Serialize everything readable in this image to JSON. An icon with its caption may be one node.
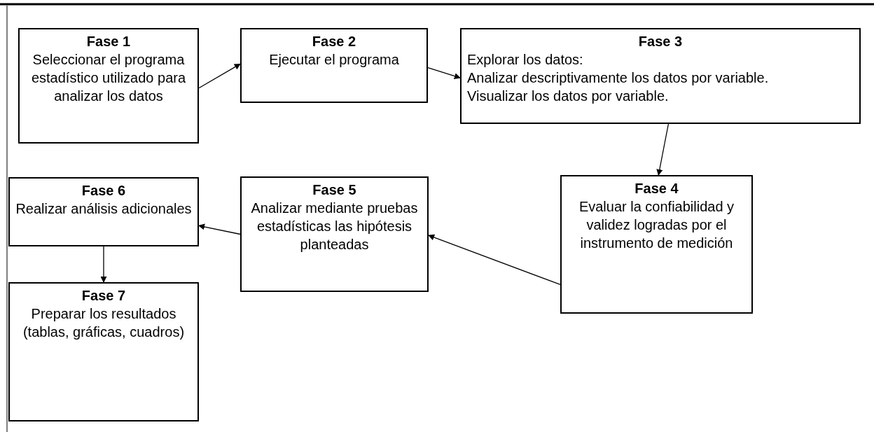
{
  "diagram": {
    "nodes": [
      {
        "text": [
          "Fase 1",
          "Seleccionar el programa estadístico utilizado para analizar los datos"
        ]
      },
      {
        "text": [
          "Fase 2",
          "Ejecutar el programa"
        ]
      },
      {
        "text": [
          "Fase 3",
          "Explorar los datos:",
          "Analizar descriptivamente los datos por variable.",
          "Visualizar los datos por variable."
        ]
      },
      {
        "text": [
          "Fase 4",
          "Evaluar la confiabilidad y validez logradas por el instrumento de medición"
        ]
      },
      {
        "text": [
          "Fase 5",
          "Analizar mediante pruebas estadísticas las hipótesis planteadas"
        ]
      },
      {
        "text": [
          "Fase 6",
          "Realizar análisis adicionales"
        ]
      },
      {
        "text": [
          "Fase 7",
          "Preparar los resultados (tablas, gráficas, cuadros)"
        ]
      }
    ],
    "edges": [
      {
        "from": 0,
        "to": 1,
        "arrow": "to"
      },
      {
        "from": 1,
        "to": 2,
        "arrow": "to"
      },
      {
        "from": 2,
        "to": 3,
        "arrow": "to"
      },
      {
        "from": 3,
        "to": 4,
        "arrow": "to"
      },
      {
        "from": 4,
        "to": 5,
        "arrow": "to"
      },
      {
        "from": 5,
        "to": 6,
        "arrow": "to"
      }
    ]
  }
}
